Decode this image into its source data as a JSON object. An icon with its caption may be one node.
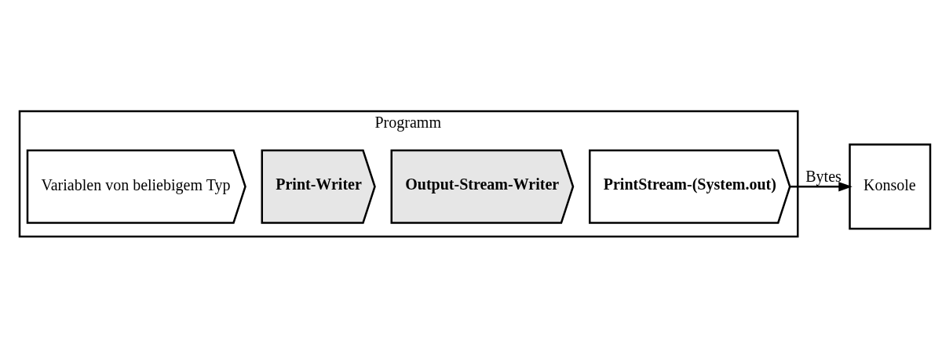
{
  "diagram": {
    "nodes": [
      {
        "text": [
          "Programm"
        ]
      },
      {
        "text": [
          "Variablen von beliebigem Typ"
        ],
        "in": 0
      },
      {
        "text": [
          "Print-Writer"
        ],
        "in": 0
      },
      {
        "text": [
          "Output-Stream-Writer"
        ],
        "in": 0
      },
      {
        "text": [
          "PrintStream-(System.out)"
        ],
        "in": 0
      },
      {
        "text": [
          "Konsole"
        ]
      }
    ],
    "edges": [
      {
        "from": 4,
        "to": 5,
        "arrow": "to",
        "label": "Bytes"
      }
    ]
  }
}
